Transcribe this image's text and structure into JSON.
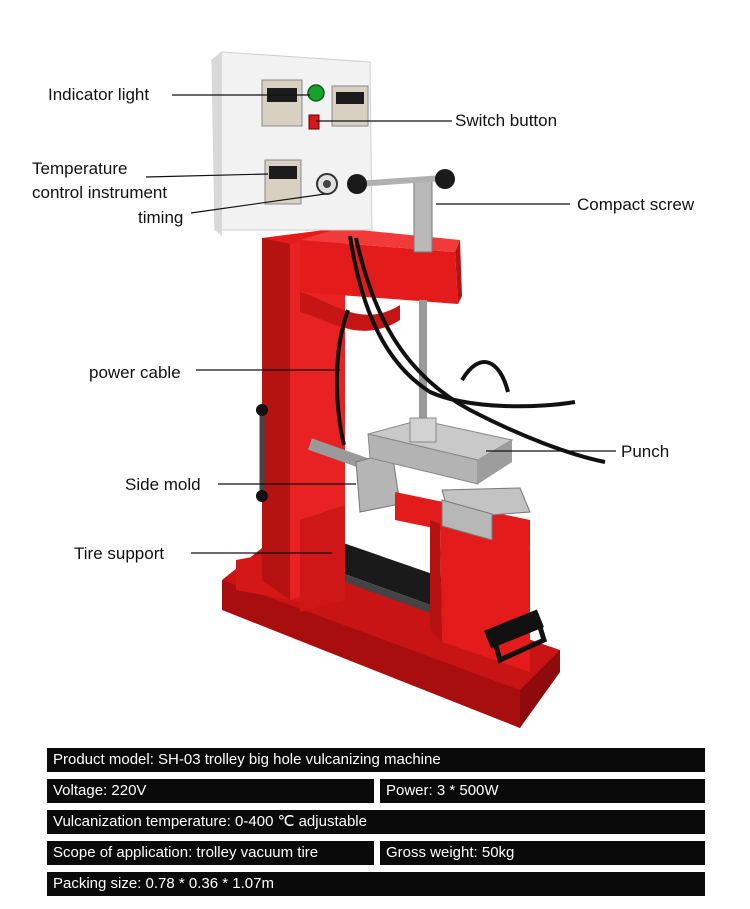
{
  "labels": {
    "indicator_light": "Indicator light",
    "switch_button": "Switch button",
    "temperature_line1": "Temperature",
    "temperature_line2": "control instrument",
    "timing": "timing",
    "compact_screw": "Compact screw",
    "power_cable": "power cable",
    "punch": "Punch",
    "side_mold": "Side mold",
    "tire_support": "Tire support"
  },
  "specs": {
    "product_model": "Product model: SH-03 trolley big hole vulcanizing machine",
    "voltage": "Voltage: 220V",
    "power": "Power: 3 * 500W",
    "vulcanization_temperature": "Vulcanization temperature: 0-400 ℃ adjustable",
    "scope": "Scope of application: trolley vacuum tire",
    "gross_weight": "Gross weight: 50kg",
    "packing_size": "Packing size: 0.78 * 0.36 * 1.07m"
  },
  "colors": {
    "machine_red": "#e31b1b",
    "panel_white": "#f2f2f2",
    "spec_background": "#0a0a0a",
    "spec_text": "#ffffff"
  }
}
